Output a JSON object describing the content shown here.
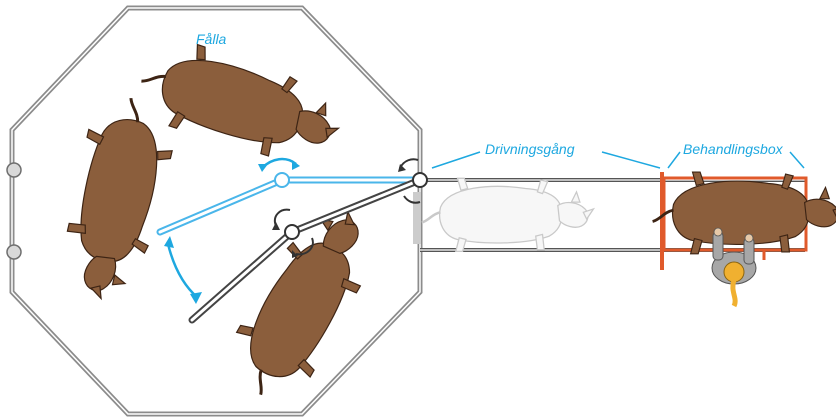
{
  "labels": {
    "pen": "Fålla",
    "drive_alley": "Drivningsgång",
    "treatment_box": "Behandlingsbox"
  },
  "colors": {
    "label_blue": "#1ea8e0",
    "wall_gray": "#8c8c8c",
    "cow_brown": "#8b5e3c",
    "cow_outline": "#3d2414",
    "gate_blue": "#4ab6ea",
    "box_orange": "#e05a2b",
    "ghost_cow": "#c9c9c9",
    "person_gray": "#9a9a9a",
    "person_hair": "#f0b030"
  },
  "icons": [
    "cow-icon",
    "ghost-cow-icon",
    "person-icon",
    "rotate-arrow-icon"
  ]
}
